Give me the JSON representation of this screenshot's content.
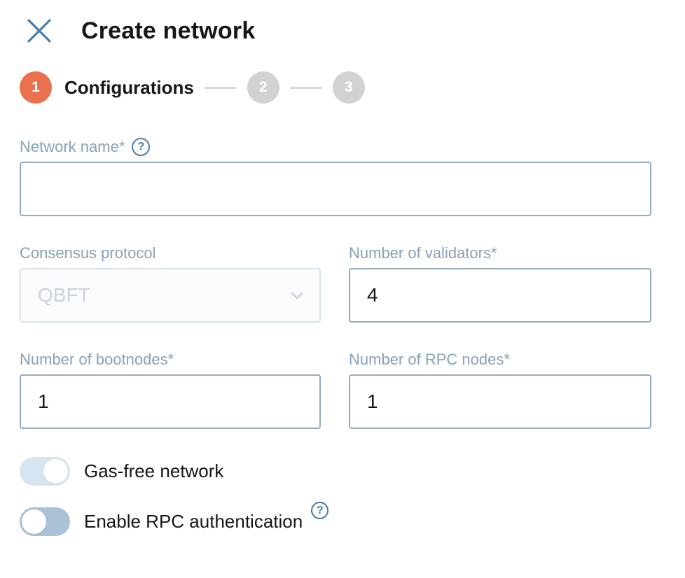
{
  "colors": {
    "accent_orange": "#e9714d",
    "steel_blue": "#4a7ca6",
    "label_blue_gray": "#87a1bb",
    "input_border": "#94aabf",
    "disabled_border": "#dae2ea",
    "disabled_text": "#c9d2dc",
    "inactive_step_gray": "#d2d2d2",
    "toggle_on_track": "#d5e6f1",
    "toggle_off_track": "#a9c2d8",
    "text_primary": "#161616"
  },
  "header": {
    "title": "Create network"
  },
  "icons": {
    "help_glyph": "?"
  },
  "stepper": {
    "steps": [
      {
        "number": "1",
        "label": "Configurations",
        "state": "active"
      },
      {
        "number": "2",
        "label": "",
        "state": "inactive"
      },
      {
        "number": "3",
        "label": "",
        "state": "inactive"
      }
    ]
  },
  "form": {
    "network_name": {
      "label": "Network name*",
      "value": ""
    },
    "consensus_protocol": {
      "label": "Consensus protocol",
      "value": "QBFT",
      "disabled": true
    },
    "validators": {
      "label": "Number of validators*",
      "value": "4"
    },
    "bootnodes": {
      "label": "Number of bootnodes*",
      "value": "1"
    },
    "rpc_nodes": {
      "label": "Number of RPC nodes*",
      "value": "1"
    },
    "gas_free": {
      "label": "Gas-free network",
      "on": true
    },
    "rpc_auth": {
      "label": "Enable RPC authentication",
      "on": false
    }
  }
}
